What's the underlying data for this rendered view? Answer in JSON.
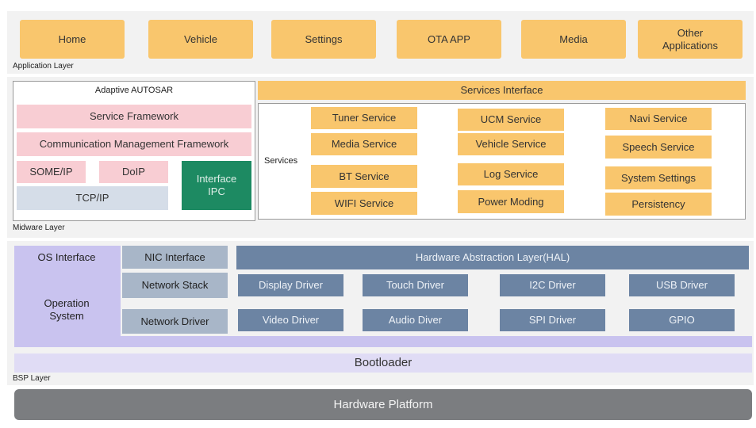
{
  "application_layer": {
    "label": "Application Layer",
    "apps": [
      "Home",
      "Vehicle",
      "Settings",
      "OTA APP",
      "Media",
      "Other\nApplications"
    ]
  },
  "midware_layer": {
    "label": "Midware Layer",
    "adaptive_autosar": {
      "title": "Adaptive AUTOSAR",
      "service_framework": "Service Framework",
      "comm_mgmt_framework": "Communication Management Framework",
      "someip": "SOME/IP",
      "doip": "DoIP",
      "tcpip": "TCP/IP",
      "interface_ipc": "Interface\nIPC"
    },
    "services_interface": "Services Interface",
    "services_label": "Services",
    "services": [
      "Tuner Service",
      "UCM Service",
      "Navi Service",
      "Media Service",
      "Vehicle Service",
      "Speech Service",
      "BT Service",
      "Log Service",
      "System Settings",
      "WIFI Service",
      "Power Moding",
      "Persistency"
    ]
  },
  "bsp_layer": {
    "label": "BSP Layer",
    "os_interface": "OS Interface",
    "operation_system": "Operation\nSystem",
    "nic_interface": "NIC Interface",
    "network_stack": "Network Stack",
    "network_driver": "Network Driver",
    "hal": "Hardware  Abstraction Layer(HAL)",
    "drivers": [
      "Display Driver",
      "Touch Driver",
      "I2C Driver",
      "USB Driver",
      "Video Driver",
      "Audio Diver",
      "SPI Driver",
      "GPIO"
    ],
    "bootloader": "Bootloader"
  },
  "hardware_platform": "Hardware Platform"
}
